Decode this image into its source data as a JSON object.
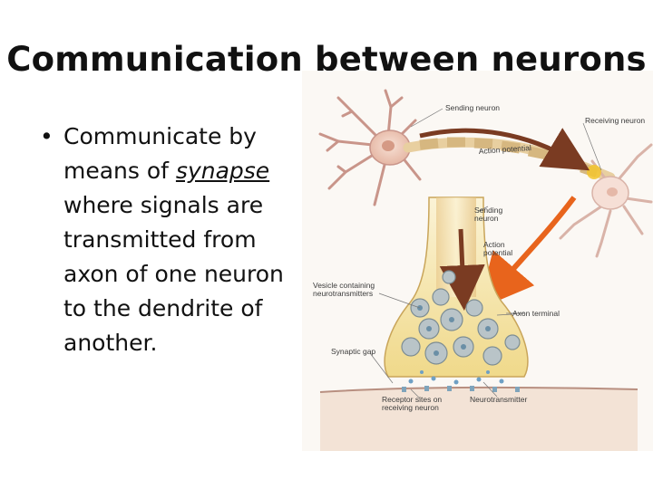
{
  "slide": {
    "title": "Communication between neurons",
    "bullet": {
      "marker": "•",
      "text_before": "Communicate by means of ",
      "emphasis": "synapse",
      "text_after": " where signals are transmitted from axon of one neuron to the dendrite of another."
    }
  },
  "figure": {
    "labels": {
      "sending_neuron_top": "Sending neuron",
      "receiving_neuron": "Receiving neuron",
      "action_potential_top": "Action potential",
      "sending_neuron_mid_1": "Sending",
      "sending_neuron_mid_2": "neuron",
      "action_potential_mid_1": "Action",
      "action_potential_mid_2": "potential",
      "vesicle_1": "Vesicle containing",
      "vesicle_2": "neurotransmitters",
      "axon_terminal": "Axon terminal",
      "synaptic_gap": "Synaptic gap",
      "receptor_1": "Receptor sites on",
      "receptor_2": "receiving neuron",
      "neurotransmitter": "Neurotransmitter"
    },
    "colors": {
      "neuron_body": "#f2d3c4",
      "neuron_outline": "#c9958a",
      "axon": "#e8cfa0",
      "terminal_fill": "#f4e4a8",
      "arrow_dark": "#7a3b22",
      "arrow_orange": "#e8641c",
      "vesicle": "#b9c4c8"
    }
  }
}
